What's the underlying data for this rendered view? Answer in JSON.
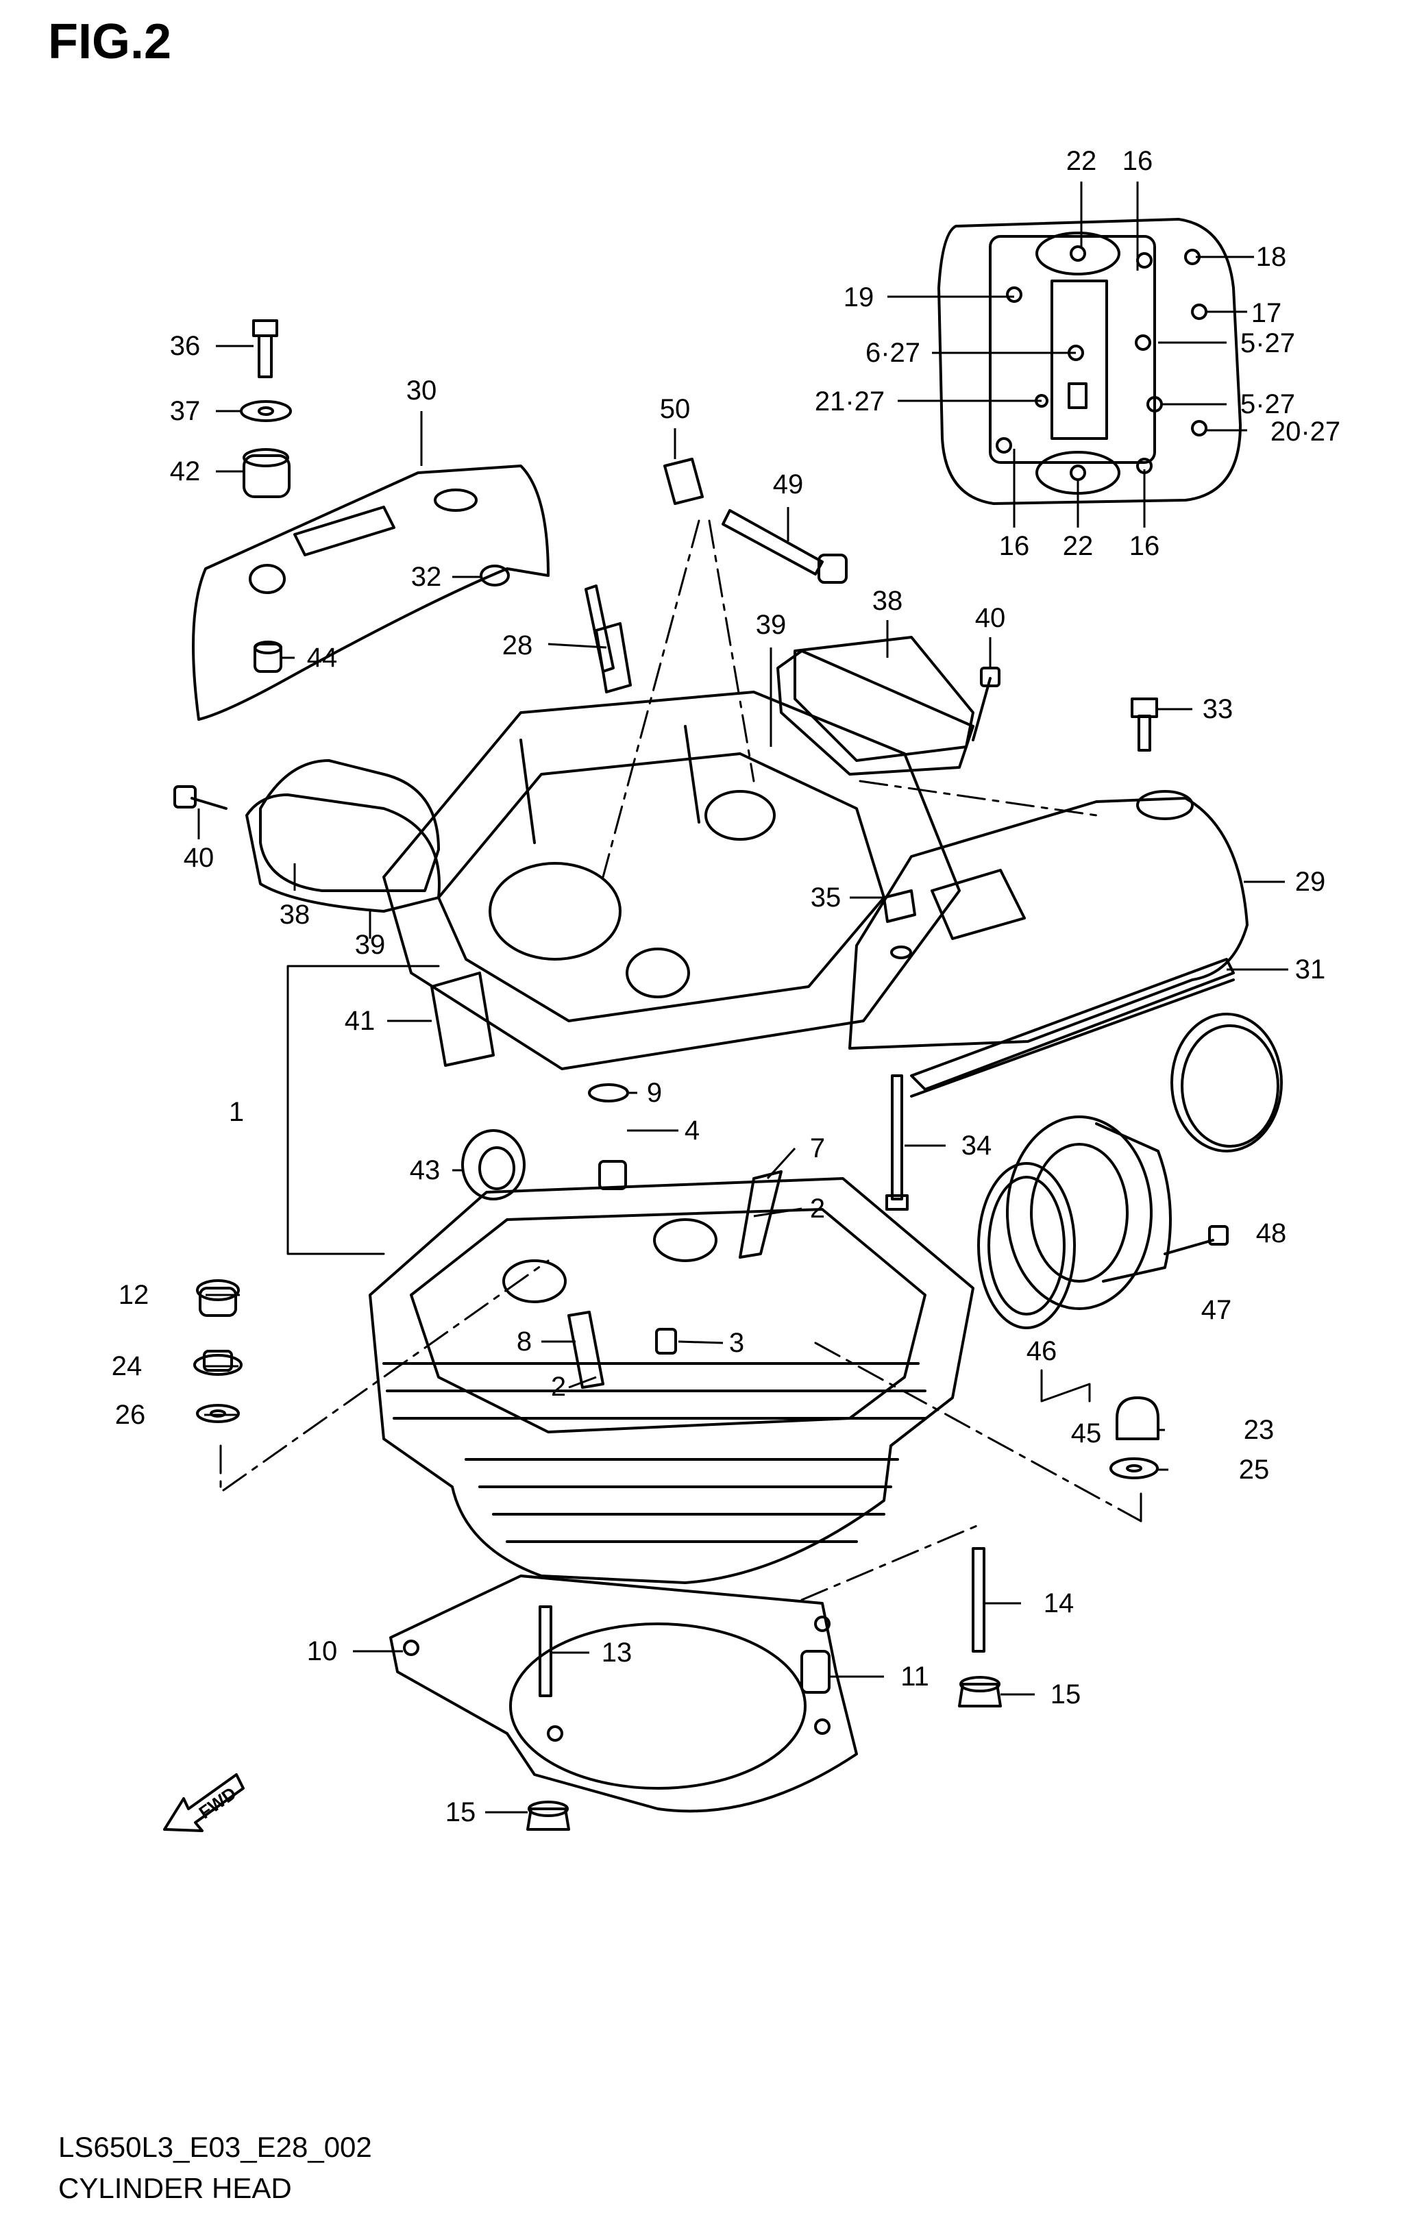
{
  "figure": {
    "title": "FIG.2"
  },
  "footer": {
    "code": "LS650L3_E03_E28_002",
    "caption": "CYLINDER HEAD"
  },
  "fwd_mark": "FWD",
  "callouts": [
    "22",
    "16",
    "18",
    "19",
    "17",
    "6·27",
    "5·27",
    "21·27",
    "5·27",
    "20·27",
    "16",
    "22",
    "16",
    "36",
    "37",
    "30",
    "42",
    "32",
    "50",
    "49",
    "28",
    "39",
    "38",
    "40",
    "44",
    "33",
    "40",
    "35",
    "29",
    "38",
    "39",
    "31",
    "41",
    "9",
    "1",
    "4",
    "7",
    "34",
    "43",
    "2",
    "48",
    "12",
    "3",
    "8",
    "47",
    "24",
    "2",
    "46",
    "26",
    "45",
    "23",
    "25",
    "14",
    "10",
    "13",
    "11",
    "15",
    "15"
  ]
}
